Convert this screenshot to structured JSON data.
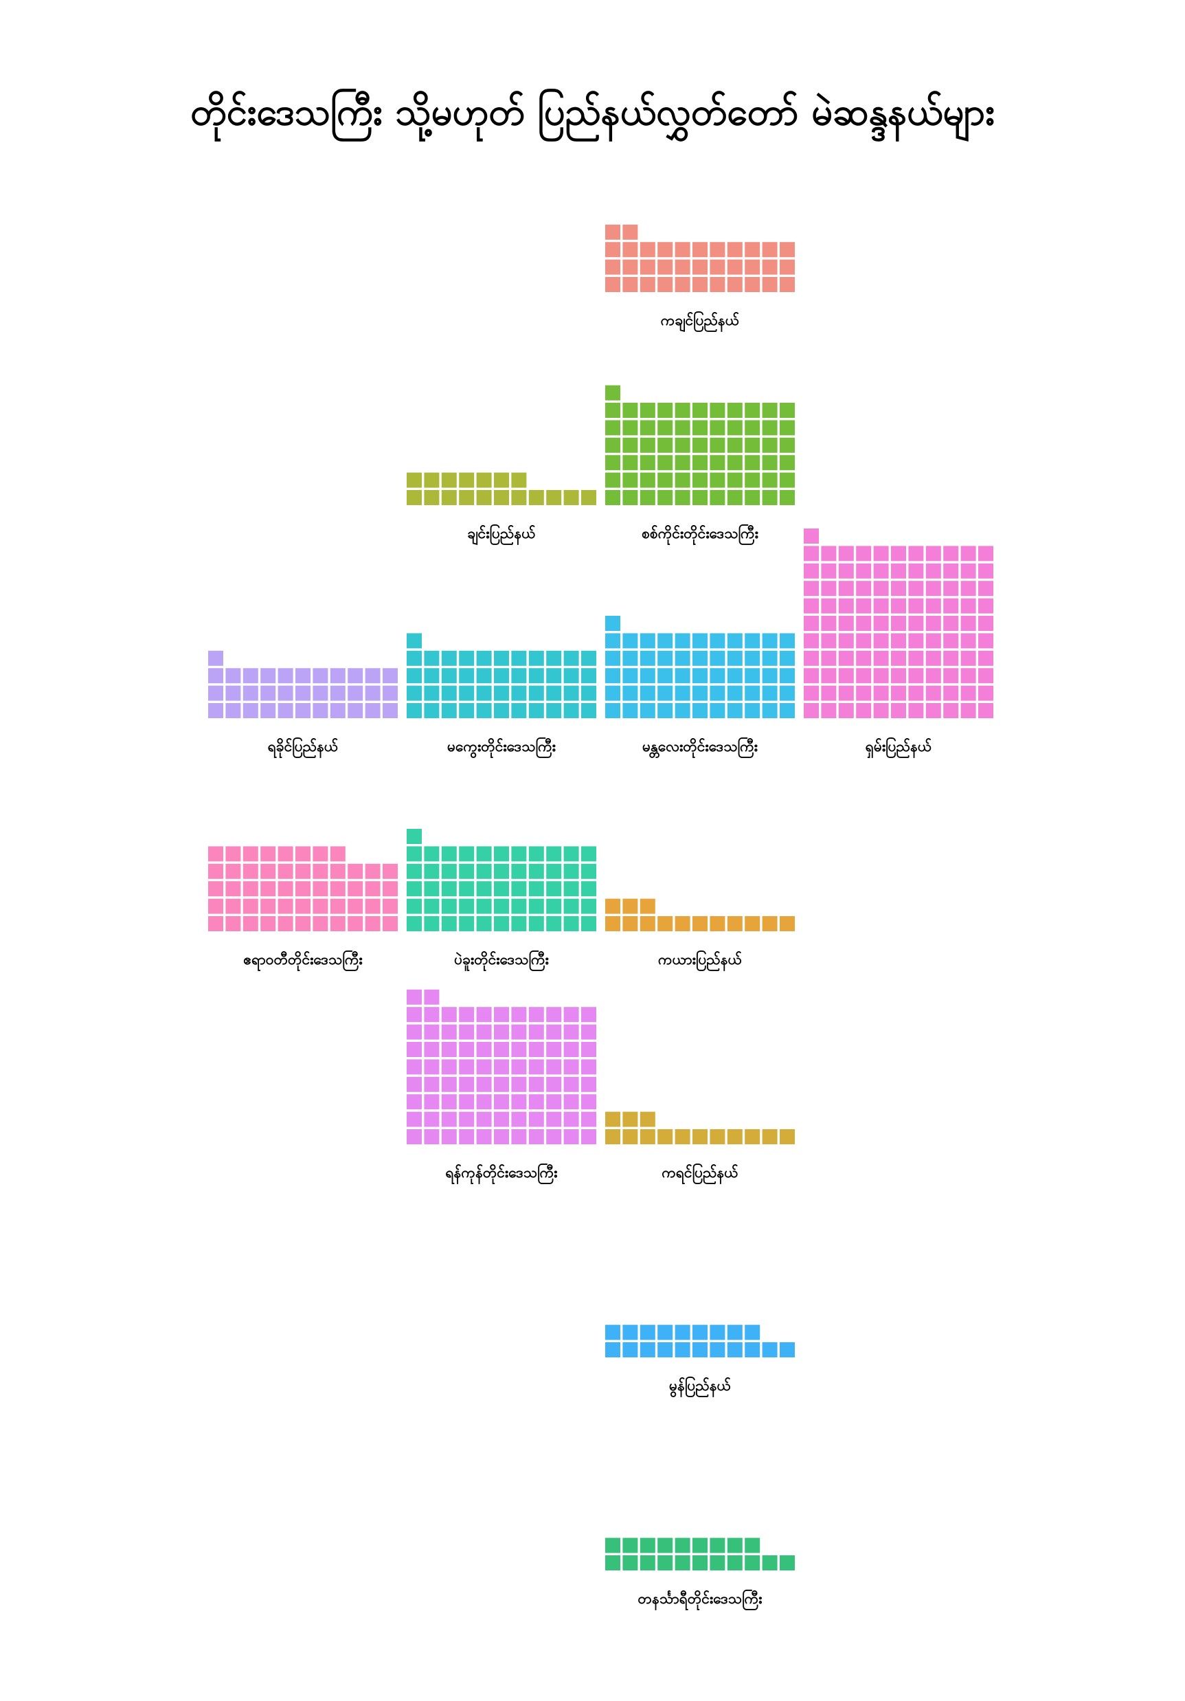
{
  "chart_data": {
    "type": "waffle-tile-map",
    "title": "တိုင်းဒေသကြီး သို့မဟုတ် ပြည်နယ်လွှတ်တော် မဲဆန္ဒနယ်များ",
    "grid_columns": 11,
    "regions": [
      {
        "name": "ကချင်ပြည်နယ်",
        "value": 35,
        "row": 0,
        "col": 2,
        "color": "#f19082"
      },
      {
        "name": "ချင်းပြည်နယ်",
        "value": 18,
        "row": 1,
        "col": 1,
        "color": "#abb838"
      },
      {
        "name": "စစ်ကိုင်းတိုင်းဒေသကြီး",
        "value": 67,
        "row": 1,
        "col": 2,
        "color": "#74bd38"
      },
      {
        "name": "ရခိုင်ပြည်နယ်",
        "value": 34,
        "row": 2,
        "col": 0,
        "color": "#bba4f6"
      },
      {
        "name": "မကွေးတိုင်းဒေသကြီး",
        "value": 45,
        "row": 2,
        "col": 1,
        "color": "#33c5d0"
      },
      {
        "name": "မန္တလေးတိုင်းဒေသကြီး",
        "value": 56,
        "row": 2,
        "col": 2,
        "color": "#3ac0ea"
      },
      {
        "name": "ရှမ်းပြည်နယ်",
        "value": 111,
        "row": 2,
        "col": 3,
        "color": "#f47fd9"
      },
      {
        "name": "ဧရာဝတီတိုင်းဒေသကြီး",
        "value": 52,
        "row": 3,
        "col": 0,
        "color": "#fb86be"
      },
      {
        "name": "ပဲခူးတိုင်းဒေသကြီး",
        "value": 56,
        "row": 3,
        "col": 1,
        "color": "#36d0a6"
      },
      {
        "name": "ကယားပြည်နယ်",
        "value": 14,
        "row": 3,
        "col": 2,
        "color": "#e7a43a"
      },
      {
        "name": "ရန်ကုန်တိုင်းဒေသကြီး",
        "value": 90,
        "row": 4,
        "col": 1,
        "color": "#e688f2"
      },
      {
        "name": "ကရင်ပြည်နယ်",
        "value": 14,
        "row": 4,
        "col": 2,
        "color": "#d3ac39"
      },
      {
        "name": "မွန်ပြည်နယ်",
        "value": 20,
        "row": 5,
        "col": 2,
        "color": "#3eb1f7"
      },
      {
        "name": "တနင်္သာရီတိုင်းဒေသကြီး",
        "value": 20,
        "row": 6,
        "col": 2,
        "color": "#36c079"
      }
    ]
  }
}
